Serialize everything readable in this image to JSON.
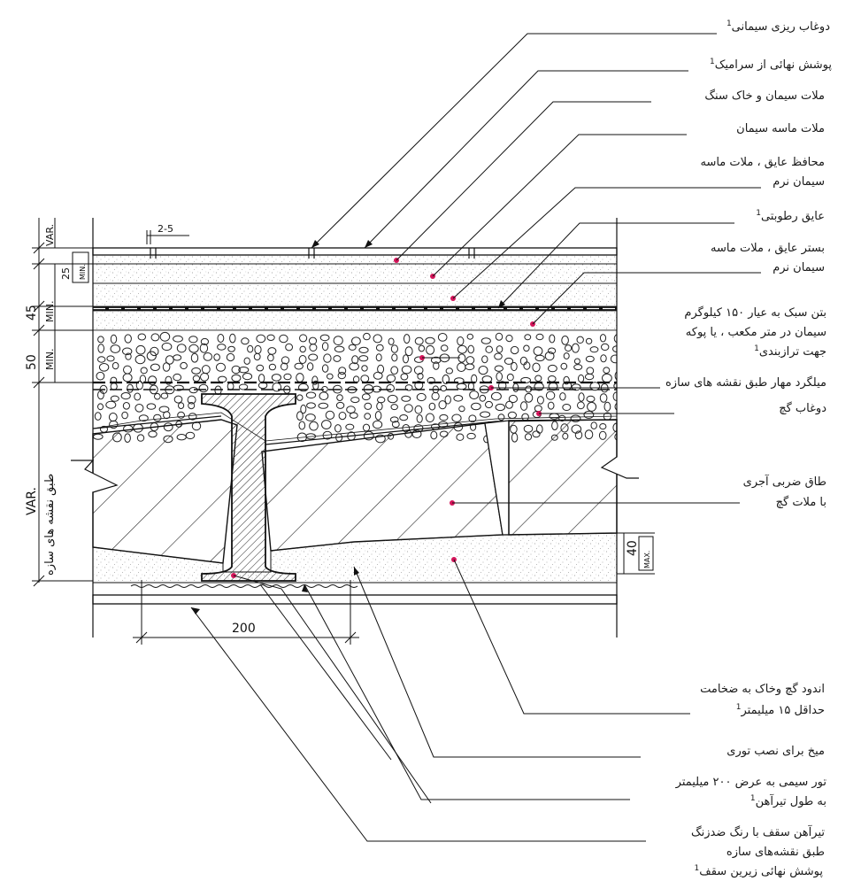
{
  "labels": [
    {
      "text": "دوغاب ریزی سیمانی",
      "sup": "1"
    },
    {
      "text": "پوشش نهائی از سرامیک",
      "sup": "1"
    },
    {
      "text": "ملات سیمان و خاک سنگ",
      "sup": ""
    },
    {
      "text": "ملات ماسه سیمان",
      "sup": ""
    },
    {
      "text": "محافظ عایق ، ملات ماسه",
      "line2": "سیمان نرم",
      "sup": ""
    },
    {
      "text": "عایق رطوبتی",
      "sup": "1"
    },
    {
      "text": "بستر عایق ، ملات ماسه",
      "line2": "سیمان نرم",
      "sup": ""
    },
    {
      "text": "بتن سبک به عیار ۱۵۰ کیلوگرم",
      "line2": "سیمان در متر مکعب ، یا پوکه",
      "line3": "جهت ترازبندی",
      "sup": "1"
    },
    {
      "text": "میلگرد مهار طبق نقشه های سازه",
      "sup": ""
    },
    {
      "text": "دوغاب گچ",
      "sup": ""
    },
    {
      "text": "طاق ضربی آجری",
      "line2": "با ملات گچ",
      "sup": ""
    },
    {
      "text": "اندود گچ وخاک به ضخامت",
      "line2": "حداقل ۱۵ میلیمتر",
      "sup": "1"
    },
    {
      "text": "میخ برای نصب توری",
      "sup": ""
    },
    {
      "text": "تور سیمی به عرض ۲۰۰ میلیمتر",
      "line2": "به طول تیرآهن",
      "sup": "1"
    },
    {
      "text": "تیرآهن سقف با رنگ ضدزنگ",
      "line2": "طبق نقشه‌های سازه",
      "sup": ""
    },
    {
      "text": "پوشش نهائی زیرین سقف",
      "sup": "1"
    }
  ],
  "dimensions": {
    "joint_gap": "2-5",
    "var_top": "VAR.",
    "top_25": "25",
    "top_25_min": "MIN.",
    "d45": "45",
    "d45_min": "MIN.",
    "d50": "50",
    "d50_min": "MIN.",
    "var_bottom": "VAR.",
    "structure_note": "طبق نقشه های سازه",
    "plaster_40": "40",
    "plaster_max": "MAX.",
    "mesh_width": "200"
  },
  "colors": {
    "line": "#111111",
    "marker": "#d4145a",
    "stipple": "#9a9a9a"
  }
}
